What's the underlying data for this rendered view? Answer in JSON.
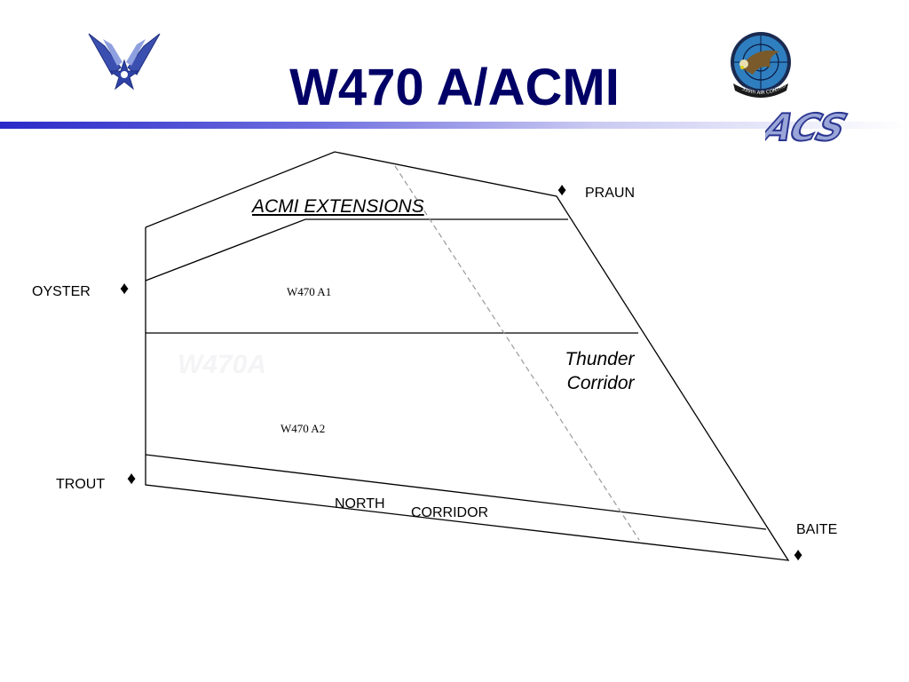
{
  "title": "W470 A/ACMI",
  "logos": {
    "right_wordmark": "ACS",
    "patch_text": "339th AIR CONTROL SQ"
  },
  "regions": {
    "extensions_label": "ACMI EXTENSIONS",
    "a1_label": "W470 A1",
    "a2_label": "W470 A2",
    "watermark": "W470A",
    "thunder_corridor": "Thunder\n  Corridor",
    "north": "NORTH",
    "corridor": "CORRIDOR"
  },
  "points": {
    "praun": "PRAUN",
    "oyster": "OYSTER",
    "trout": "TROUT",
    "baite": "BAITE"
  },
  "marker_glyph": "♦",
  "colors": {
    "title": "#000066",
    "lines": "#000000",
    "dashed": "#9a9a9a",
    "af_blue": "#3a4fb0",
    "acs_blue": "#3b4aa8"
  }
}
